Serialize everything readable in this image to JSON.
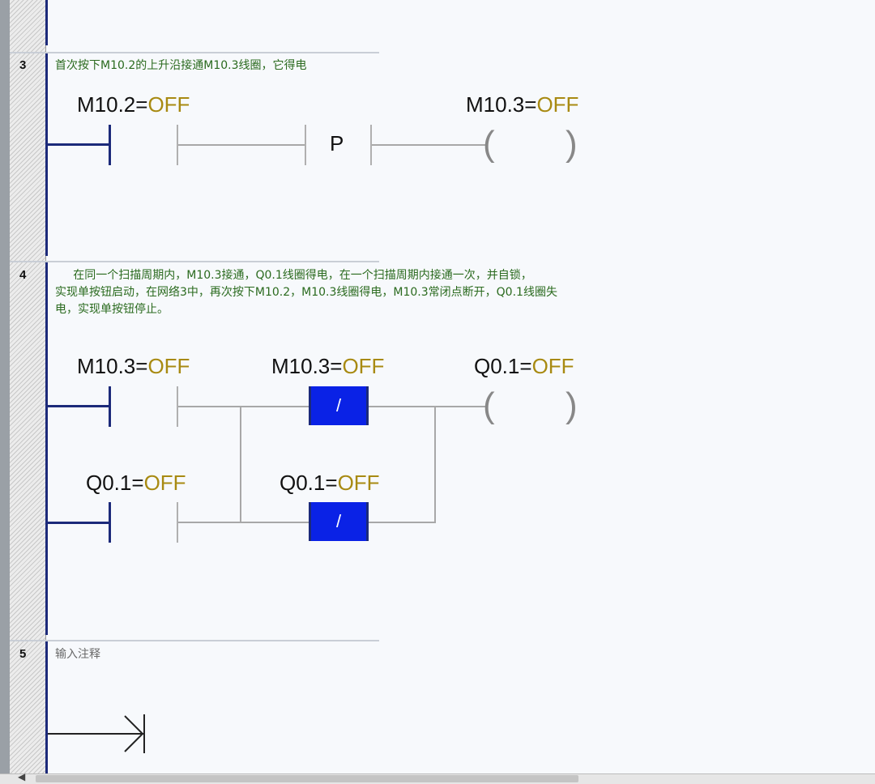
{
  "networks": [
    {
      "number": "3",
      "comment": "首次按下M10.2的上升沿接通M10.3线圈，它得电",
      "contact": {
        "address": "M10.2",
        "state": "OFF"
      },
      "edge_symbol": "P",
      "coil": {
        "address": "M10.3",
        "state": "OFF"
      }
    },
    {
      "number": "4",
      "comment_lines": [
        "     在同一个扫描周期内，M10.3接通，Q0.1线圈得电，在一个扫描周期内接通一次，并自锁，",
        "实现单按钮启动，在网络3中，再次按下M10.2，M10.3线圈得电，M10.3常闭点断开，Q0.1线圈失",
        "电，实现单按钮停止。"
      ],
      "row1": {
        "contact": {
          "address": "M10.3",
          "state": "OFF"
        },
        "nc_contact": {
          "address": "M10.3",
          "state": "OFF",
          "symbol": "/"
        },
        "coil": {
          "address": "Q0.1",
          "state": "OFF"
        }
      },
      "row2": {
        "contact": {
          "address": "Q0.1",
          "state": "OFF"
        },
        "nc_contact": {
          "address": "Q0.1",
          "state": "OFF",
          "symbol": "/"
        }
      }
    },
    {
      "number": "5",
      "comment": "输入注释"
    }
  ],
  "colors": {
    "rail": "#1c2a7a",
    "state": "#a88a12",
    "comment": "#2a6a1e",
    "nc_active": "#0a22e6"
  },
  "icons": {
    "scroll_left": "◀"
  }
}
